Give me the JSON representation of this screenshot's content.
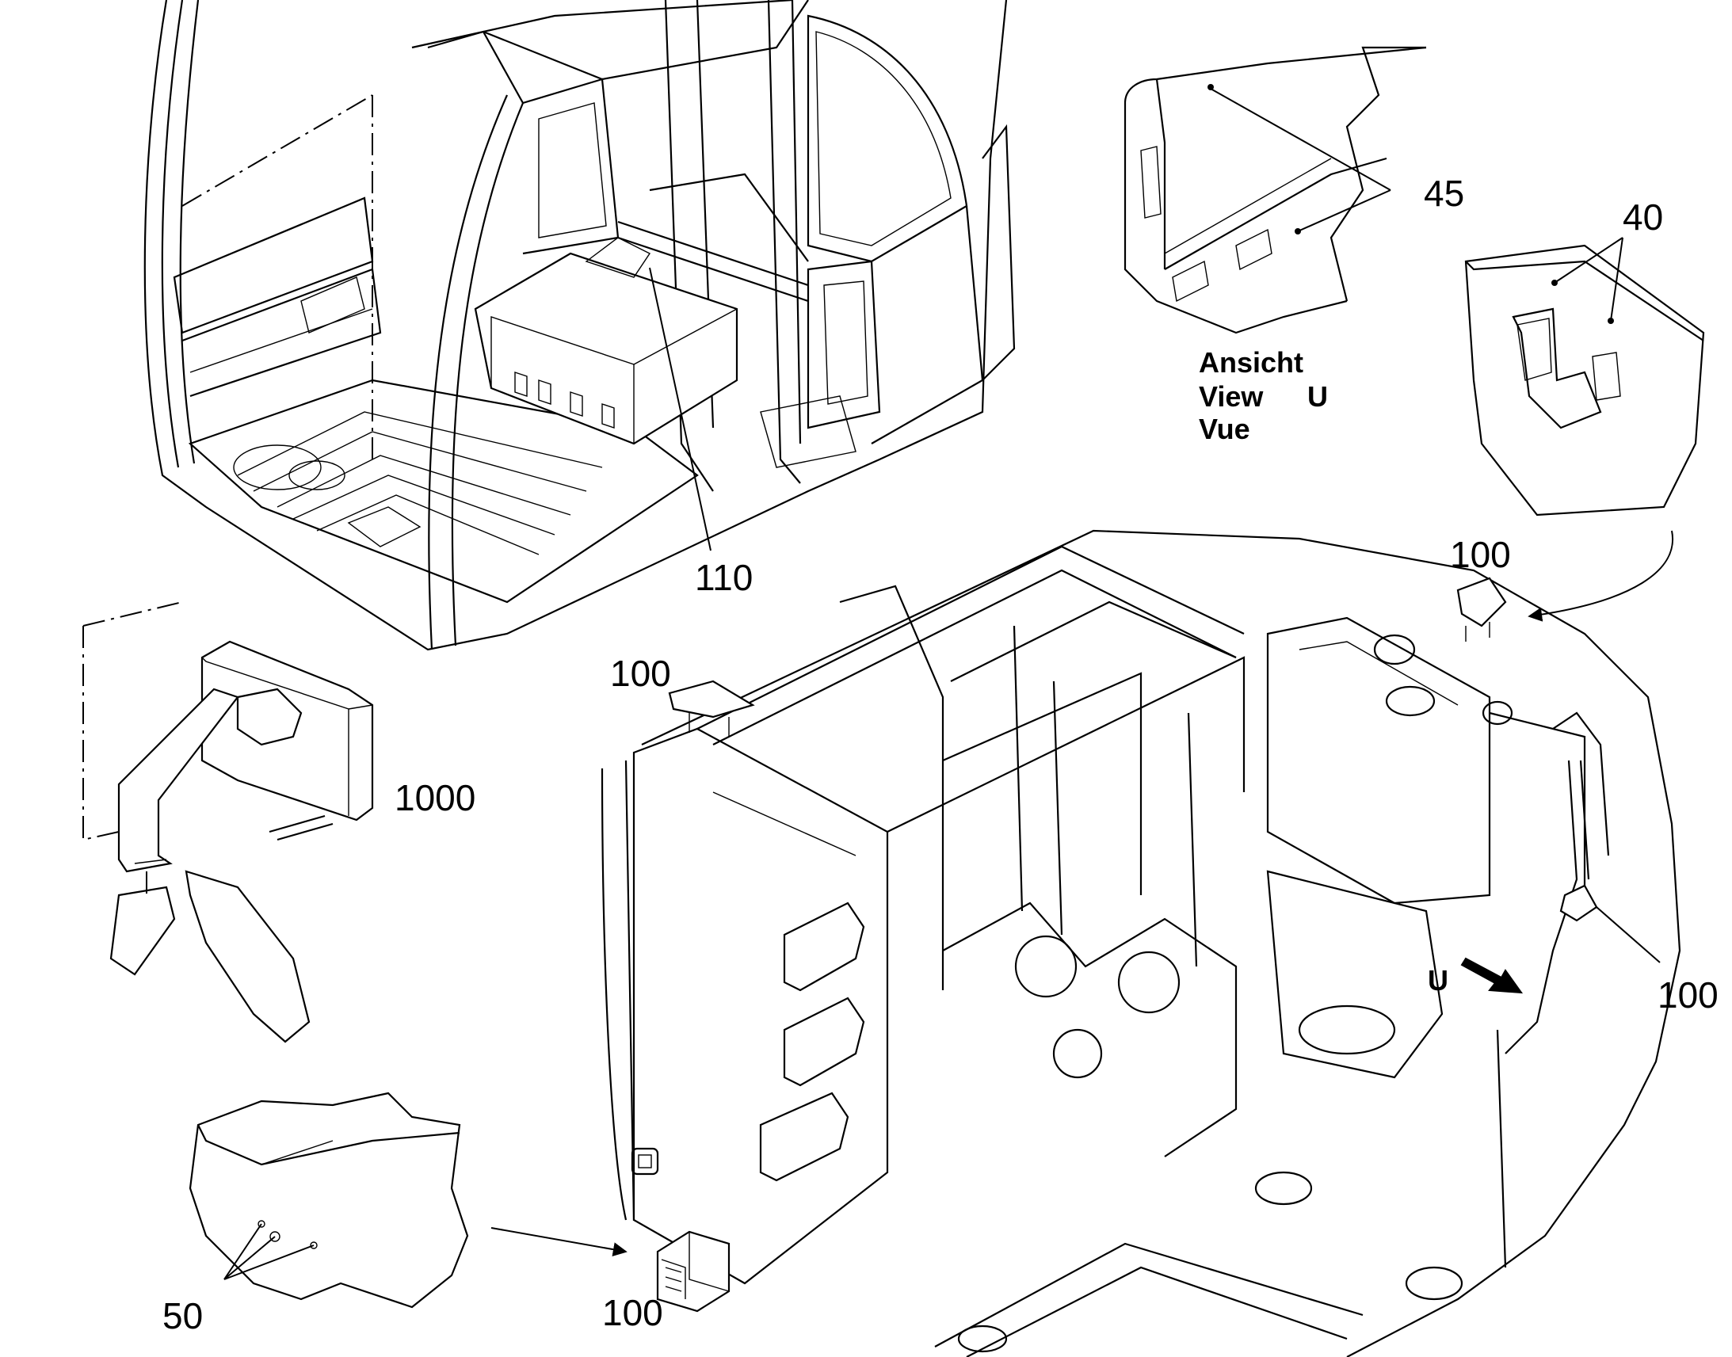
{
  "colors": {
    "ink": "#000000",
    "paper": "#ffffff"
  },
  "view": {
    "line1": "Ansicht",
    "line2": "View",
    "letter": "U",
    "line3": "Vue"
  },
  "arrow_u": "U",
  "callouts": {
    "c45": "45",
    "c40": "40",
    "c110": "110",
    "c100_top_right": "100",
    "c100_left": "100",
    "c1000": "1000",
    "c100_right": "100",
    "c50": "50",
    "c100_bottom": "100"
  }
}
